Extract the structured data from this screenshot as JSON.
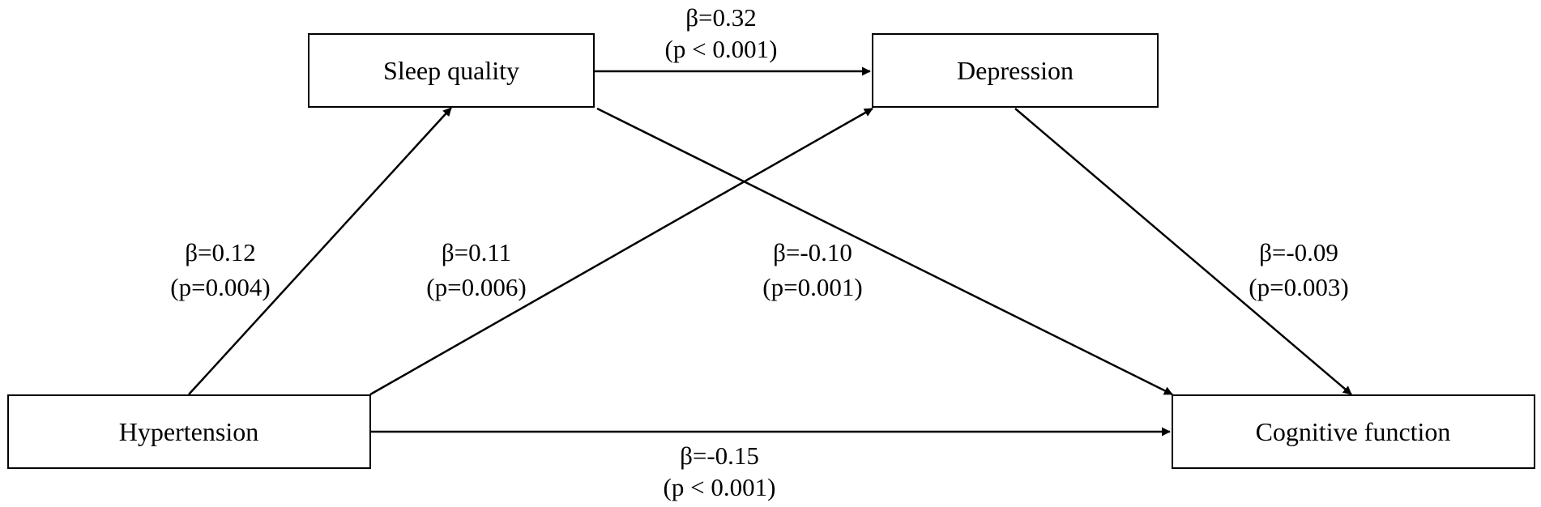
{
  "nodes": {
    "sleep": {
      "label": "Sleep quality"
    },
    "depression": {
      "label": "Depression"
    },
    "hypertension": {
      "label": "Hypertension"
    },
    "cognitive": {
      "label": "Cognitive function"
    }
  },
  "edges": {
    "sleep_to_depression": {
      "beta": "β=0.32",
      "p": "(p < 0.001)"
    },
    "hypertension_to_sleep": {
      "beta": "β=0.12",
      "p": "(p=0.004)"
    },
    "hypertension_to_depression": {
      "beta": "β=0.11",
      "p": "(p=0.006)"
    },
    "sleep_to_cognitive": {
      "beta": "β=-0.10",
      "p": "(p=0.001)"
    },
    "depression_to_cognitive": {
      "beta": "β=-0.09",
      "p": "(p=0.003)"
    },
    "hypertension_to_cognitive": {
      "beta": "β=-0.15",
      "p": "(p < 0.001)"
    }
  }
}
